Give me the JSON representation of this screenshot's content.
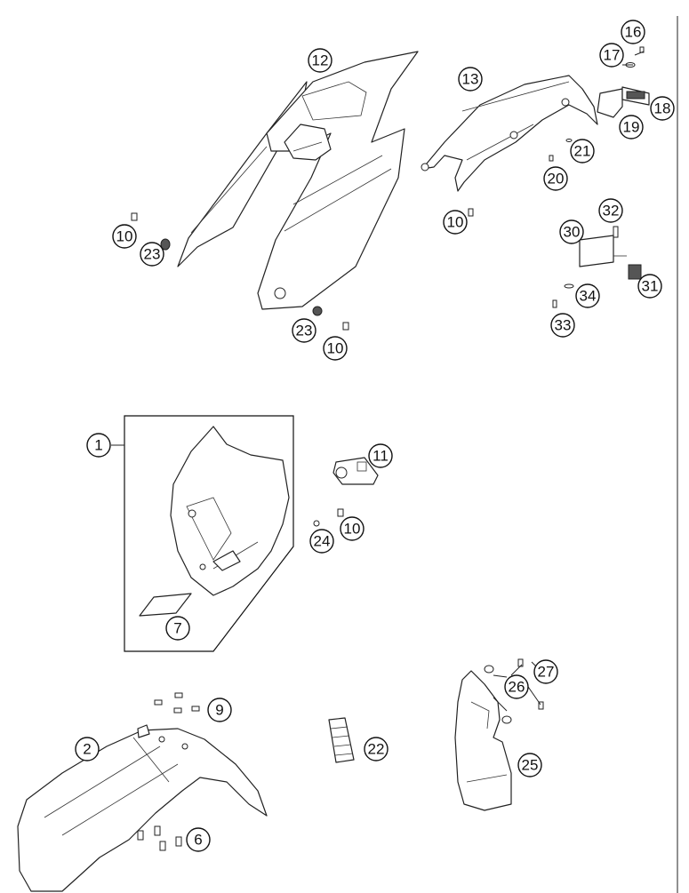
{
  "diagram": {
    "callouts": [
      {
        "id": "c1",
        "label": "1"
      },
      {
        "id": "c2",
        "label": "2"
      },
      {
        "id": "c6",
        "label": "6"
      },
      {
        "id": "c7",
        "label": "7"
      },
      {
        "id": "c9",
        "label": "9"
      },
      {
        "id": "c10a",
        "label": "10"
      },
      {
        "id": "c10b",
        "label": "10"
      },
      {
        "id": "c10c",
        "label": "10"
      },
      {
        "id": "c10d",
        "label": "10"
      },
      {
        "id": "c11",
        "label": "11"
      },
      {
        "id": "c12",
        "label": "12"
      },
      {
        "id": "c13",
        "label": "13"
      },
      {
        "id": "c16",
        "label": "16"
      },
      {
        "id": "c17",
        "label": "17"
      },
      {
        "id": "c18",
        "label": "18"
      },
      {
        "id": "c19",
        "label": "19"
      },
      {
        "id": "c20",
        "label": "20"
      },
      {
        "id": "c21",
        "label": "21"
      },
      {
        "id": "c22",
        "label": "22"
      },
      {
        "id": "c23a",
        "label": "23"
      },
      {
        "id": "c23b",
        "label": "23"
      },
      {
        "id": "c24",
        "label": "24"
      },
      {
        "id": "c25",
        "label": "25"
      },
      {
        "id": "c26",
        "label": "26"
      },
      {
        "id": "c27",
        "label": "27"
      },
      {
        "id": "c30",
        "label": "30"
      },
      {
        "id": "c31",
        "label": "31"
      },
      {
        "id": "c32",
        "label": "32"
      },
      {
        "id": "c33",
        "label": "33"
      },
      {
        "id": "c34",
        "label": "34"
      }
    ]
  }
}
